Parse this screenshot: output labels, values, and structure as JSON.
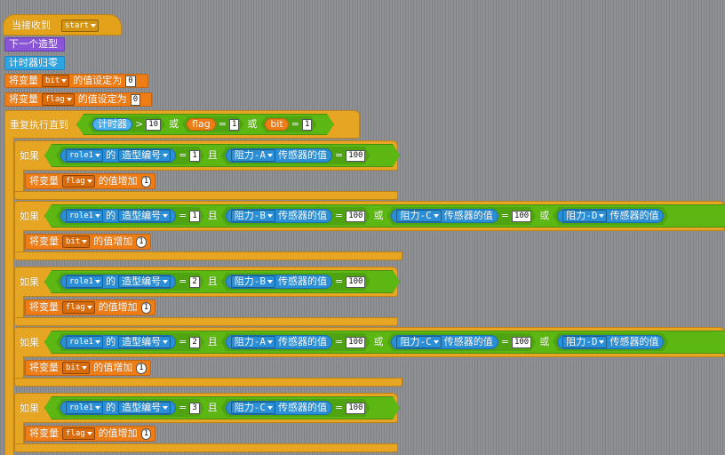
{
  "hat": {
    "label": "当接收到",
    "message": "start"
  },
  "b_next_costume": "下一个造型",
  "b_reset_timer": "计时器归零",
  "set_bit": {
    "pre": "将变量",
    "var": "bit",
    "mid": "的值设定为",
    "value": "0"
  },
  "set_flag": {
    "pre": "将变量",
    "var": "flag",
    "mid": "的值设定为",
    "value": "0"
  },
  "repeat_until": {
    "label": "重复执行直到",
    "timer": "计时器",
    "gt": ">",
    "timer_value": "10",
    "or1": "或",
    "flag_var": "flag",
    "eq": "=",
    "flag_value": "1",
    "or2": "或",
    "bit_var": "bit",
    "bit_value": "1"
  },
  "if_label": "如果",
  "and_label": "且",
  "or_label": "或",
  "eq": "=",
  "of_label": "的",
  "costume_no": "造型编号",
  "sensor_value": "传感器的值",
  "sprite": "role1",
  "change": {
    "pre": "将变量",
    "mid": "的值增加",
    "amount": "1"
  },
  "ifs": [
    {
      "costume": "1",
      "sensors": [
        {
          "name": "阻力-A",
          "value": "100"
        }
      ],
      "var": "flag"
    },
    {
      "costume": "1",
      "sensors": [
        {
          "name": "阻力-B",
          "value": "100"
        },
        {
          "name": "阻力-C",
          "value": "100"
        },
        {
          "name": "阻力-D",
          "value": ""
        }
      ],
      "var": "bit"
    },
    {
      "costume": "2",
      "sensors": [
        {
          "name": "阻力-B",
          "value": "100"
        }
      ],
      "var": "flag"
    },
    {
      "costume": "2",
      "sensors": [
        {
          "name": "阻力-A",
          "value": "100"
        },
        {
          "name": "阻力-C",
          "value": "100"
        },
        {
          "name": "阻力-D",
          "value": ""
        }
      ],
      "var": "bit"
    },
    {
      "costume": "3",
      "sensors": [
        {
          "name": "阻力-C",
          "value": "100"
        }
      ],
      "var": "flag"
    }
  ],
  "colors": {
    "control": "#e6a522",
    "looks": "#8a55d7",
    "sensing": "#2ca5e2",
    "variables": "#ee7d16",
    "operators": "#5cb712",
    "canvas": "#8f9194"
  }
}
